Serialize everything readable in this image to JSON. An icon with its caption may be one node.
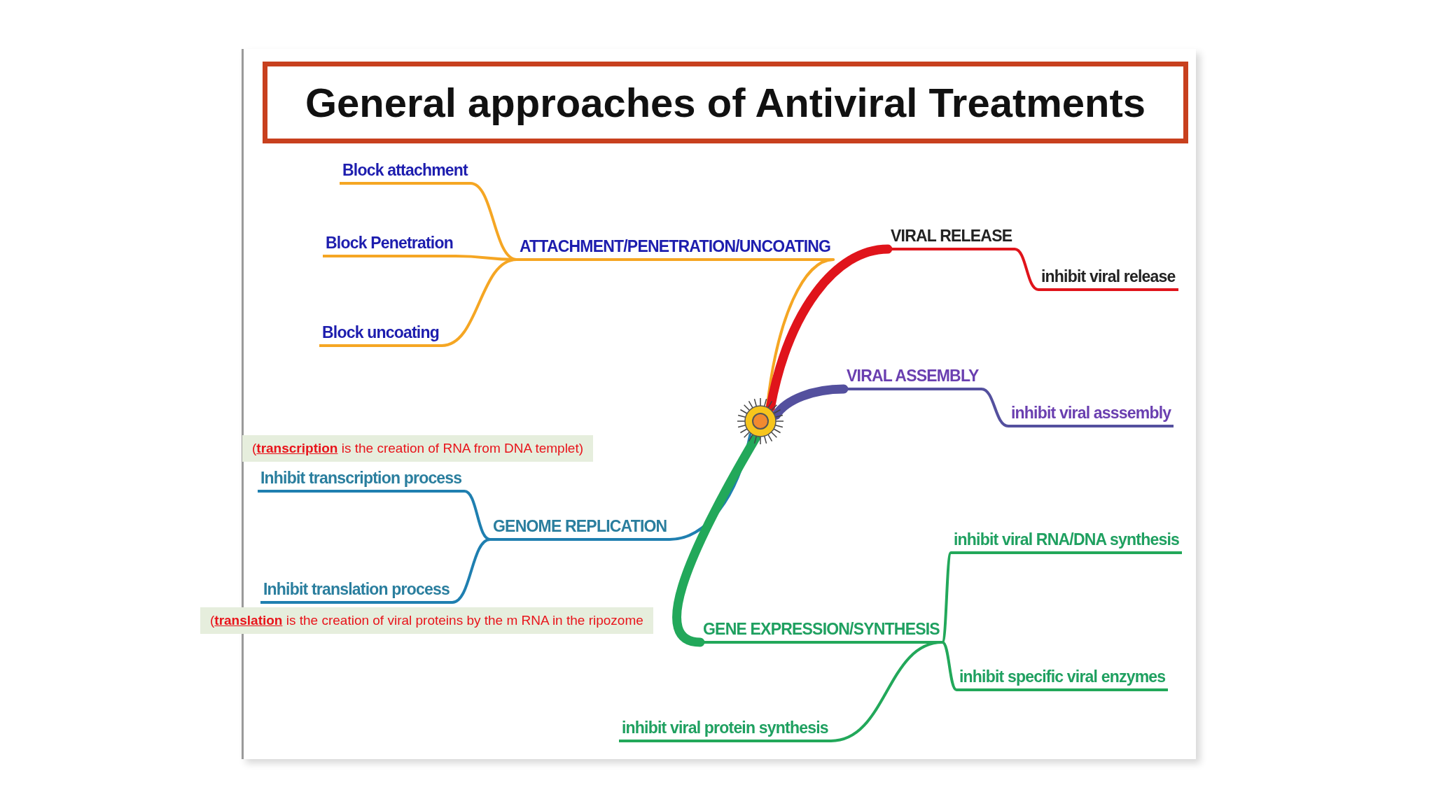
{
  "diagram": {
    "title": "General approaches of Antiviral Treatments",
    "nodes": [
      {
        "text": [],
        "shape": "circle"
      },
      {
        "text": [
          "ATTACHMENT/PENETRATION/UNCOATING"
        ]
      },
      {
        "text": [
          "Block attachment"
        ]
      },
      {
        "text": [
          "Block Penetration"
        ]
      },
      {
        "text": [
          "Block uncoating"
        ]
      },
      {
        "text": [
          "VIRAL RELEASE"
        ]
      },
      {
        "text": [
          "inhibit viral release"
        ]
      },
      {
        "text": [
          "VIRAL ASSEMBLY"
        ]
      },
      {
        "text": [
          "inhibit viral asssembly"
        ]
      },
      {
        "text": [
          "GENOME REPLICATION"
        ]
      },
      {
        "text": [
          "Inhibit transcription process"
        ]
      },
      {
        "text": [
          "Inhibit translation process"
        ]
      },
      {
        "text": [
          "GENE EXPRESSION/SYNTHESIS"
        ]
      },
      {
        "text": [
          "inhibit viral RNA/DNA synthesis"
        ]
      },
      {
        "text": [
          "inhibit specific viral enzymes"
        ]
      },
      {
        "text": [
          "inhibit viral protein synthesis"
        ]
      },
      {
        "text": [
          "(**transcription** is the creation of RNA from DNA templet)"
        ]
      },
      {
        "text": [
          "(**translation** is the creation of viral proteins by the m RNA  in the ripozome"
        ]
      }
    ],
    "edges": [
      {
        "from": 0,
        "to": 1,
        "arrow": "none",
        "color": "#f5a623"
      },
      {
        "from": 1,
        "to": 2,
        "arrow": "none",
        "color": "#f5a623"
      },
      {
        "from": 1,
        "to": 3,
        "arrow": "none",
        "color": "#f5a623"
      },
      {
        "from": 1,
        "to": 4,
        "arrow": "none",
        "color": "#f5a623"
      },
      {
        "from": 0,
        "to": 5,
        "arrow": "none",
        "style": "thick",
        "color": "#e0141b"
      },
      {
        "from": 5,
        "to": 6,
        "arrow": "none",
        "color": "#e0141b"
      },
      {
        "from": 0,
        "to": 7,
        "arrow": "none",
        "style": "thick",
        "color": "#54509e"
      },
      {
        "from": 7,
        "to": 8,
        "arrow": "none",
        "color": "#54509e"
      },
      {
        "from": 0,
        "to": 9,
        "arrow": "none",
        "color": "#1f7fb0"
      },
      {
        "from": 9,
        "to": 10,
        "arrow": "none",
        "color": "#1f7fb0"
      },
      {
        "from": 9,
        "to": 11,
        "arrow": "none",
        "color": "#1f7fb0"
      },
      {
        "from": 0,
        "to": 12,
        "arrow": "none",
        "style": "thick",
        "color": "#22a85a"
      },
      {
        "from": 12,
        "to": 13,
        "arrow": "none",
        "color": "#22a85a"
      },
      {
        "from": 12,
        "to": 14,
        "arrow": "none",
        "color": "#22a85a"
      },
      {
        "from": 12,
        "to": 15,
        "arrow": "none",
        "color": "#22a85a"
      }
    ]
  }
}
